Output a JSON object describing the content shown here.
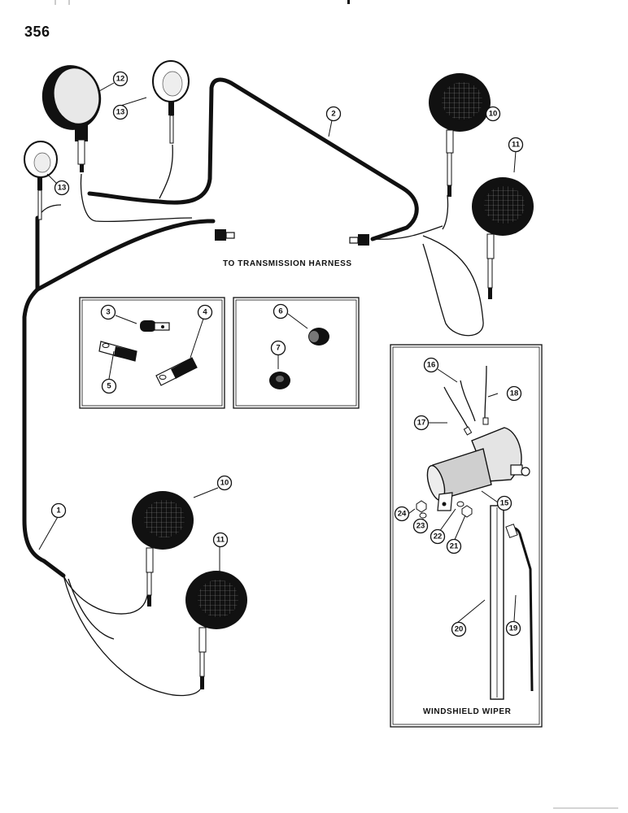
{
  "page": {
    "number": "356"
  },
  "labels": {
    "transmission_harness": "TO TRANSMISSION HARNESS",
    "windshield_wiper": "WINDSHIELD WIPER"
  },
  "callouts": {
    "c1": "1",
    "c2": "2",
    "c3": "3",
    "c4": "4",
    "c5": "5",
    "c6": "6",
    "c7": "7",
    "c10a": "10",
    "c10b": "10",
    "c11a": "11",
    "c11b": "11",
    "c12": "12",
    "c13a": "13",
    "c13b": "13",
    "c15": "15",
    "c16": "16",
    "c17": "17",
    "c18": "18",
    "c19": "19",
    "c20": "20",
    "c21": "21",
    "c22": "22",
    "c23": "23",
    "c24": "24"
  },
  "colors": {
    "ink": "#111111",
    "paper": "#ffffff",
    "lens": "#d6d6d6"
  }
}
